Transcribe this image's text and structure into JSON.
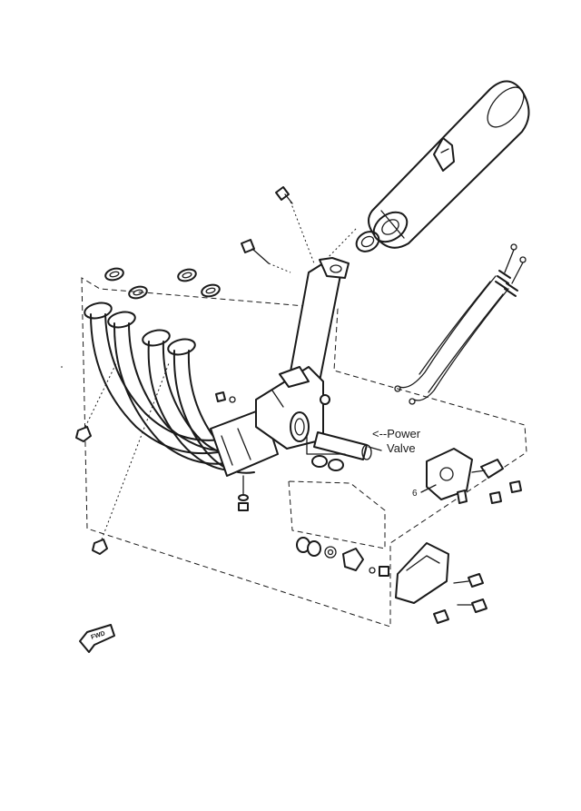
{
  "annotation": {
    "line1": "<--Power",
    "line2": "Valve"
  },
  "callout_label": "6",
  "fwd_label": "FWD",
  "colors": {
    "ink": "#1a1a1a",
    "paper": "#ffffff"
  }
}
